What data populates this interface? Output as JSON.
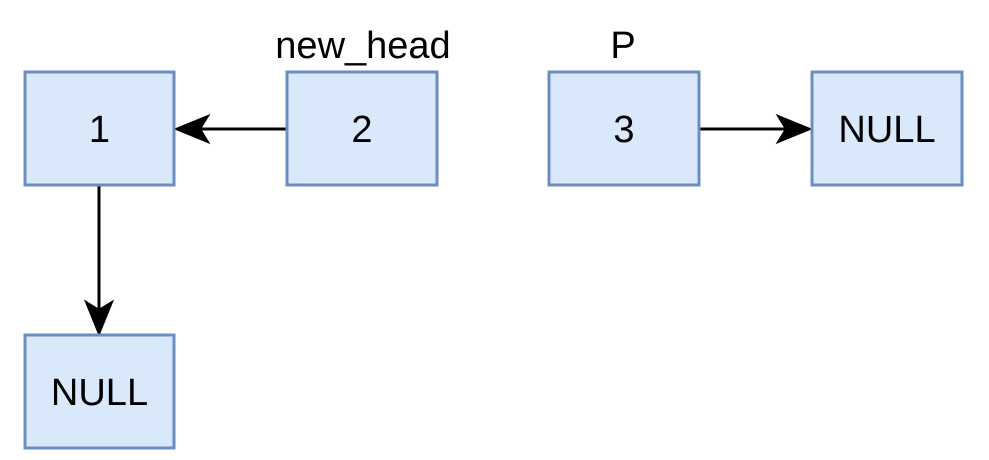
{
  "nodes": [
    {
      "id": "n1",
      "label": "1"
    },
    {
      "id": "n2",
      "label": "2"
    },
    {
      "id": "n3",
      "label": "3"
    },
    {
      "id": "null_a",
      "label": "NULL"
    },
    {
      "id": "null_b",
      "label": "NULL"
    }
  ],
  "pointers": [
    {
      "label": "new_head",
      "target": "n2"
    },
    {
      "label": "P",
      "target": "n3"
    }
  ],
  "edges": [
    {
      "from": "n2",
      "to": "n1"
    },
    {
      "from": "n1",
      "to": "null_b"
    },
    {
      "from": "n3",
      "to": "null_a"
    }
  ],
  "colors": {
    "node_fill": "#dae8fc",
    "node_stroke": "#6c8ebf",
    "edge": "#000000",
    "text": "#000000"
  }
}
